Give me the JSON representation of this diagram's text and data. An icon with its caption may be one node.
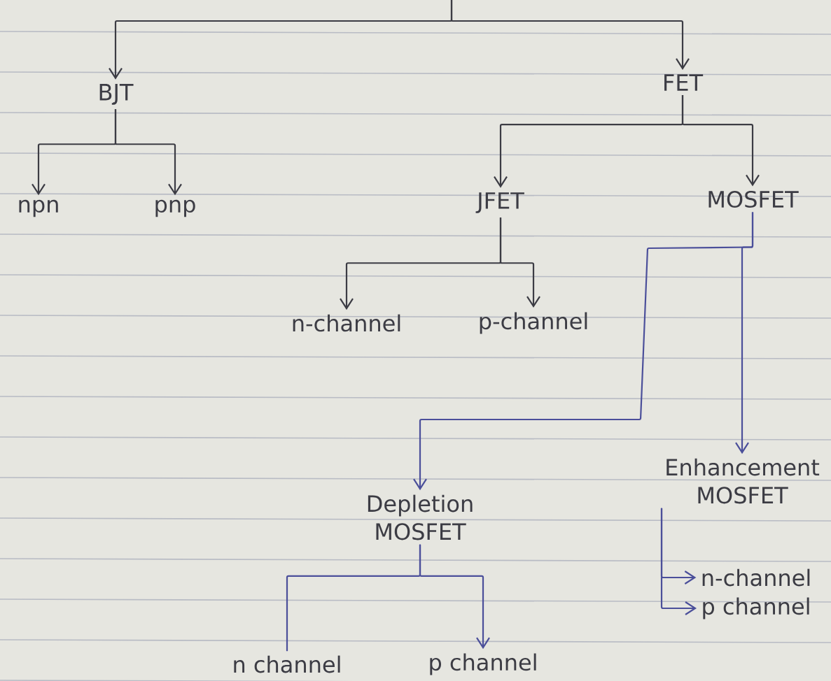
{
  "diagram": {
    "nodes": [
      {
        "text": [
          "BJT"
        ]
      },
      {
        "text": [
          "FET"
        ]
      },
      {
        "text": [
          "npn"
        ]
      },
      {
        "text": [
          "pnp"
        ]
      },
      {
        "text": [
          "JFET"
        ]
      },
      {
        "text": [
          "MOSFET"
        ]
      },
      {
        "text": [
          "n-channel"
        ]
      },
      {
        "text": [
          "p-channel"
        ]
      },
      {
        "text": [
          "Depletion MOSFET"
        ]
      },
      {
        "text": [
          "Enhancement MOSFET"
        ]
      },
      {
        "text": [
          "n-channel"
        ]
      },
      {
        "text": [
          "p channel"
        ]
      },
      {
        "text": [
          "n channel"
        ]
      },
      {
        "text": [
          "p channel"
        ]
      }
    ],
    "edges": [
      {
        "from": null,
        "to": 0,
        "arrow": "to"
      },
      {
        "from": null,
        "to": 1,
        "arrow": "to"
      },
      {
        "from": 0,
        "to": 2,
        "arrow": "to"
      },
      {
        "from": 0,
        "to": 3,
        "arrow": "to"
      },
      {
        "from": 1,
        "to": 4,
        "arrow": "to"
      },
      {
        "from": 1,
        "to": 5,
        "arrow": "to"
      },
      {
        "from": 4,
        "to": 6,
        "arrow": "to"
      },
      {
        "from": 4,
        "to": 7,
        "arrow": "to"
      },
      {
        "from": 5,
        "to": 8,
        "arrow": "to",
        "color": "#4b4f9a"
      },
      {
        "from": 5,
        "to": 9,
        "arrow": "to",
        "color": "#4b4f9a"
      },
      {
        "from": 8,
        "to": 12,
        "arrow": "none",
        "color": "#4b4f9a"
      },
      {
        "from": 8,
        "to": 13,
        "arrow": "to",
        "color": "#4b4f9a"
      },
      {
        "from": 9,
        "to": 10,
        "arrow": "to",
        "color": "#4b4f9a"
      },
      {
        "from": 9,
        "to": 11,
        "arrow": "to",
        "color": "#4b4f9a"
      }
    ]
  }
}
